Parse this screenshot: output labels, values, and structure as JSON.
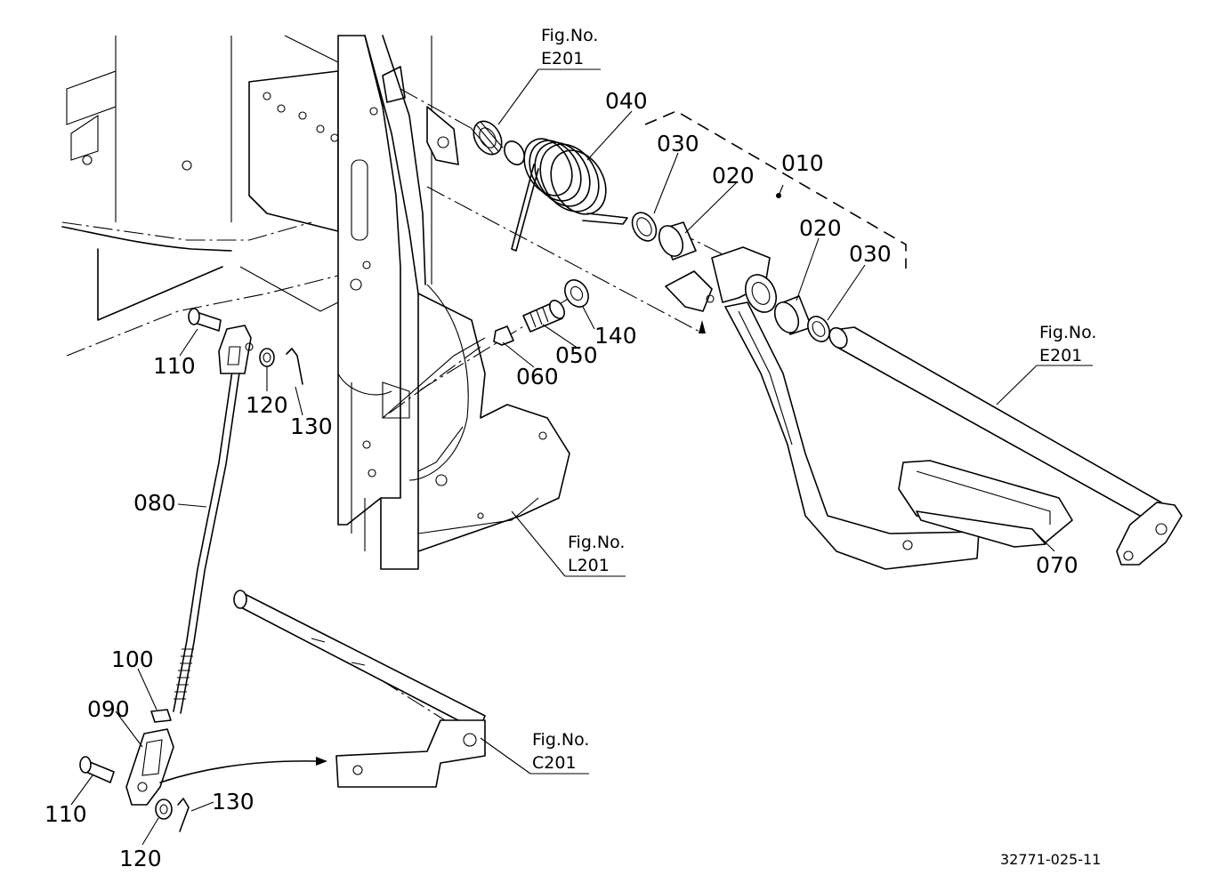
{
  "drawing_code": "32771-025-11",
  "part_labels": {
    "p010": "010",
    "p020_a": "020",
    "p020_b": "020",
    "p030_a": "030",
    "p030_b": "030",
    "p040": "040",
    "p050": "050",
    "p060": "060",
    "p070": "070",
    "p080": "080",
    "p090": "090",
    "p100": "100",
    "p110_a": "110",
    "p110_b": "110",
    "p120_a": "120",
    "p120_b": "120",
    "p130_a": "130",
    "p130_b": "130",
    "p140": "140"
  },
  "figure_refs": {
    "e201_top": {
      "prefix": "Fig.No.",
      "code": "E201"
    },
    "e201_right": {
      "prefix": "Fig.No.",
      "code": "E201"
    },
    "l201": {
      "prefix": "Fig.No.",
      "code": "L201"
    },
    "c201": {
      "prefix": "Fig.No.",
      "code": "C201"
    }
  }
}
